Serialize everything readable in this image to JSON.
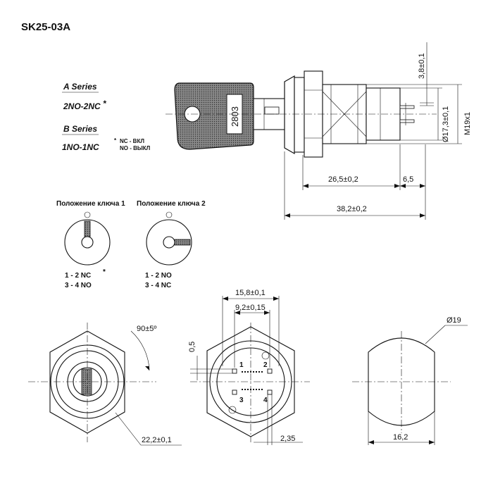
{
  "title": "SK25-03A",
  "series": {
    "a_label": "A Series",
    "a_config": "2NO-2NC",
    "a_star": "*",
    "b_label": "B Series",
    "b_config": "1NO-1NC",
    "footnote_star": "*",
    "footnote_nc": "NC - ВКЛ",
    "footnote_no": "NO - ВЫКЛ"
  },
  "key_number": "2803",
  "positions": {
    "pos1_title": "Положение ключа 1",
    "pos2_title": "Положение ключа 2",
    "pos1_line1": "1 - 2   NC",
    "pos1_star": "*",
    "pos1_line2": "3 - 4   NO",
    "pos2_line1": "1 - 2   NO",
    "pos2_line2": "3 - 4   NC"
  },
  "dimensions": {
    "d_3_8": "3,8±0,1",
    "d_17_3": "Ø17,3±0,1",
    "d_m19": "M19x1",
    "d_26_5": "26,5±0,2",
    "d_6_5": "6,5",
    "d_38_2": "38,2±0,2",
    "d_angle": "90±5º",
    "d_22_2": "22,2±0,1",
    "d_15_8": "15,8±0,1",
    "d_9_2": "9,2±0,15",
    "d_0_5": "0,5",
    "d_2_35": "2,35",
    "d_19": "Ø19",
    "d_16_2": "16,2"
  },
  "terminals": [
    "1",
    "2",
    "3",
    "4"
  ],
  "colors": {
    "ink": "#111111",
    "key_hatch": "#555555",
    "background": "#ffffff"
  }
}
